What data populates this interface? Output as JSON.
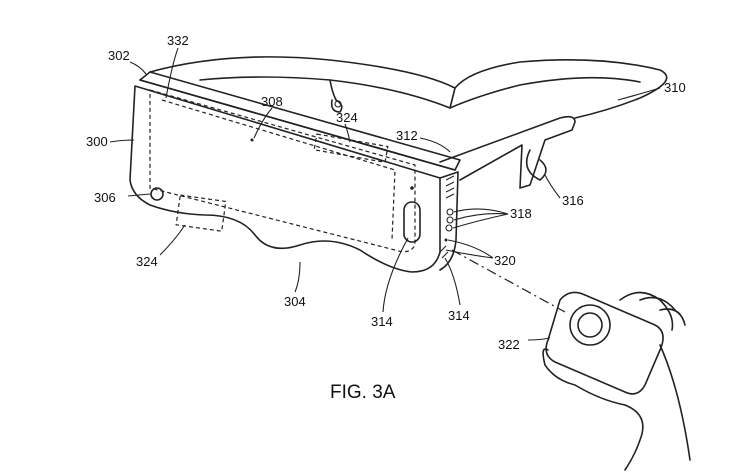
{
  "figure": {
    "caption": "FIG. 3A",
    "labels": {
      "l302": "302",
      "l332": "332",
      "l300": "300",
      "l308": "308",
      "l324_top": "324",
      "l310": "310",
      "l312": "312",
      "l316": "316",
      "l318": "318",
      "l306": "306",
      "l324_left": "324",
      "l320": "320",
      "l304": "304",
      "l314_left": "314",
      "l314_right": "314",
      "l322": "322"
    }
  }
}
